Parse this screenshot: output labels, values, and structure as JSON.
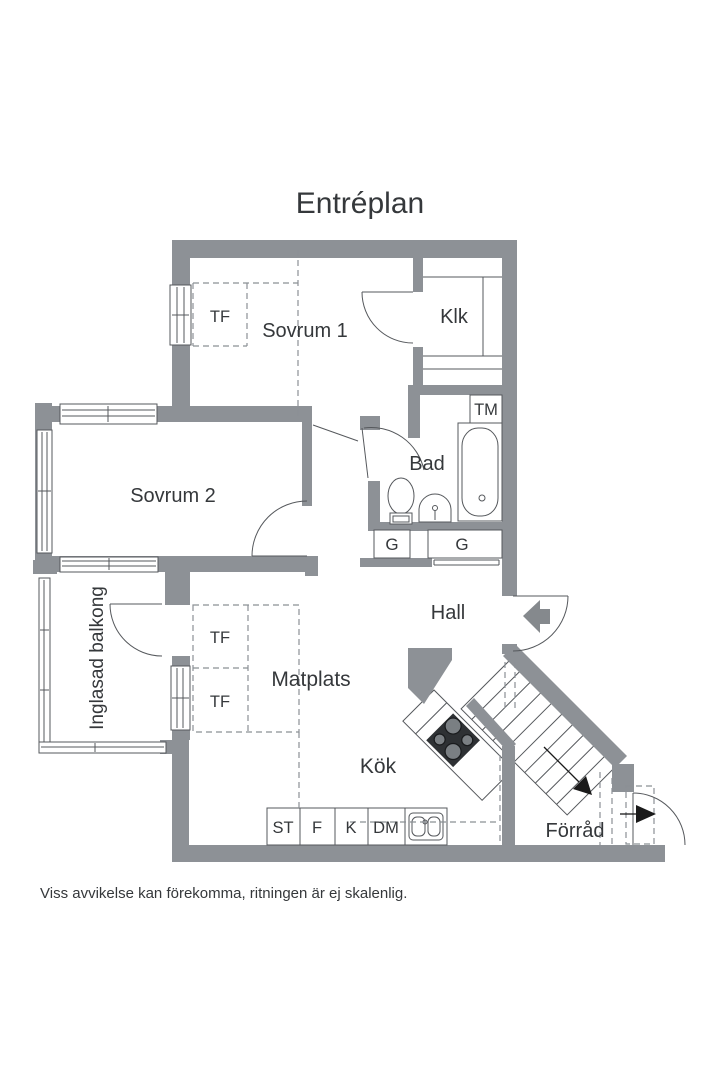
{
  "title": "Entréplan",
  "footer": "Viss avvikelse kan förekomma, ritningen är ej skalenlig.",
  "rooms": {
    "sovrum1": "Sovrum 1",
    "sovrum2": "Sovrum 2",
    "klk": "Klk",
    "bad": "Bad",
    "hall": "Hall",
    "matplats": "Matplats",
    "kok": "Kök",
    "forrad": "Förråd",
    "balkong": "Inglasad balkong"
  },
  "labels": {
    "tf": "TF",
    "tm": "TM",
    "g": "G",
    "st": "ST",
    "f": "F",
    "k": "K",
    "dm": "DM"
  },
  "colors": {
    "wall": "#8d9196",
    "line": "#55585c",
    "dash": "#8b9095",
    "text": "#35383b",
    "arrow_gray": "#85898d",
    "arrow_black": "#1a1a1a",
    "stove": "#2e3134"
  }
}
